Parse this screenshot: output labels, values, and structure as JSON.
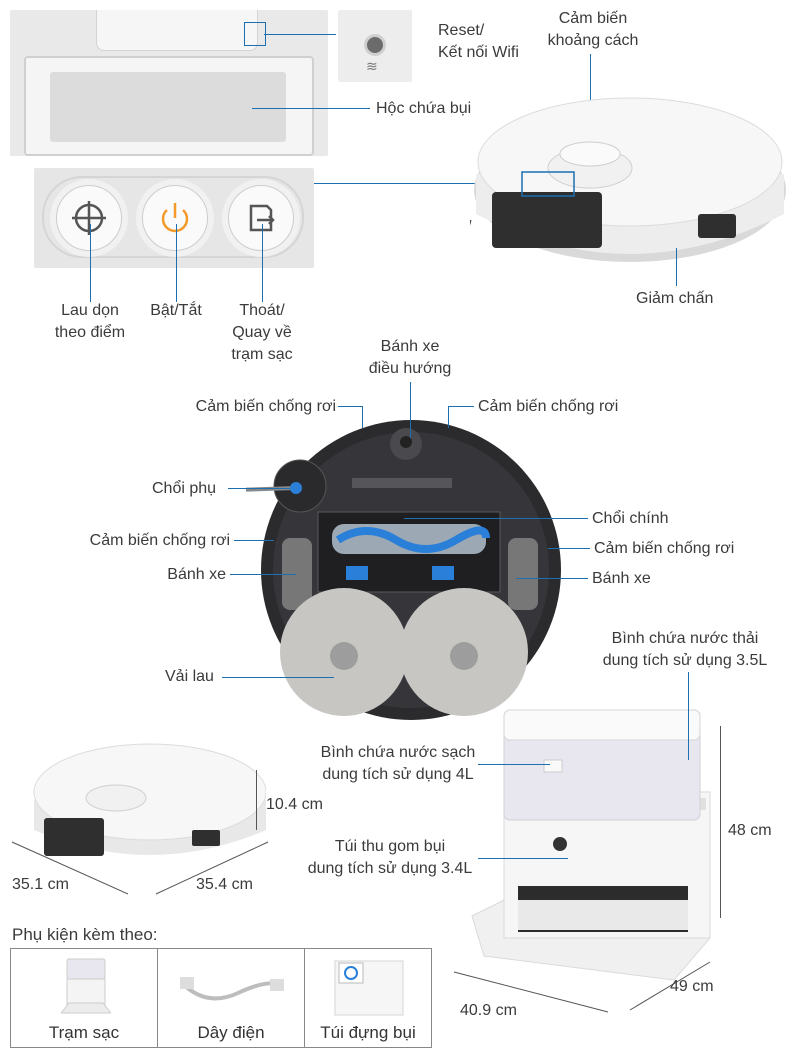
{
  "labels": {
    "reset": "Reset/\nKết nối Wifi",
    "distance_sensor": "Cảm biến\nkhoảng cách",
    "dust_box": "Hộc chứa bụi",
    "spot_clean": "Lau dọn\ntheo điểm",
    "power": "Bật/Tắt",
    "return_dock": "Thoát/\nQuay về\ntrạm sạc",
    "bumper": "Giảm chấn",
    "nav_wheel": "Bánh xe\nđiều hướng",
    "cliff_sensor_tl": "Cảm biến chống rơi",
    "cliff_sensor_tr": "Cảm biến chống rơi",
    "side_brush": "Chổi phụ",
    "main_brush": "Chổi chính",
    "cliff_sensor_l": "Cảm biến chống rơi",
    "cliff_sensor_r": "Cảm biến chống rơi",
    "wheel_l": "Bánh xe",
    "wheel_r": "Bánh xe",
    "mop_pad": "Vải lau",
    "dirty_tank": "Bình chứa nước thải\ndung tích sử dụng 3.5L",
    "clean_tank": "Bình chứa nước sạch\ndung tích sử dụng 4L",
    "dust_bag": "Túi thu gom bụi\ndung tích sử dụng 3.4L"
  },
  "dimensions": {
    "robot_height": "10.4 cm",
    "robot_depth": "35.1 cm",
    "robot_width": "35.4 cm",
    "station_height": "48 cm",
    "station_depth": "49 cm",
    "station_width": "40.9 cm"
  },
  "accessories": {
    "title": "Phụ kiện kèm theo:",
    "items": [
      "Trạm sạc",
      "Dây điện",
      "Túi đựng bụi"
    ]
  },
  "colors": {
    "accent": "#1c6fb0",
    "power_orange": "#f39a2b",
    "robot_dark": "#2b2b2e",
    "brush_blue": "#2a7fd8"
  }
}
